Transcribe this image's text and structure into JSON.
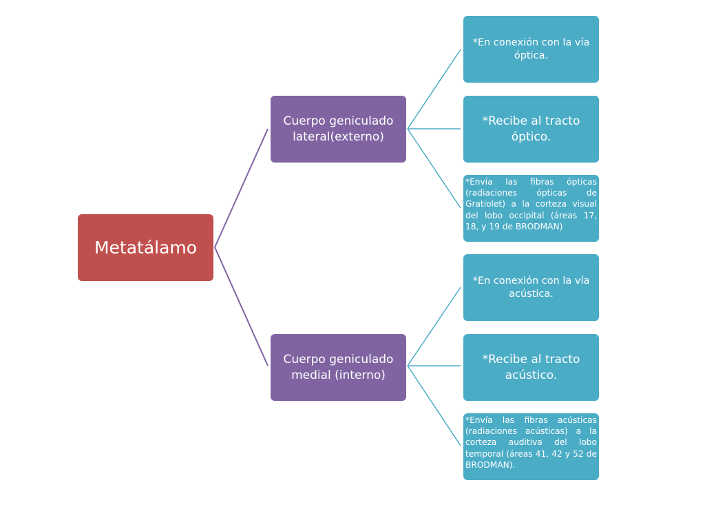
{
  "diagram": {
    "root": {
      "label": "Metatálamo",
      "color": "#c0504d"
    },
    "branches": [
      {
        "label": "Cuerpo geniculado lateral(externo)",
        "color": "#8064a2",
        "leaves": [
          "*En conexión con la vía óptica.",
          "*Recibe al tracto óptico.",
          "*Envía las fibras ópticas (radiaciones ópticas de Gratiolet) a la corteza visual del lobo occipital (áreas 17, 18, y 19 de BRODMAN)"
        ]
      },
      {
        "label": "Cuerpo geniculado medial (interno)",
        "color": "#8064a2",
        "leaves": [
          "*En conexión con la vía acústica.",
          "*Recibe al tracto acústico.",
          "*Envía las fibras acústicas (radiaciones acústicas) a la corteza auditiva del lobo temporal (áreas 41, 42 y 52 de BRODMAN)."
        ]
      }
    ],
    "leaf_color": "#4bacc6",
    "connector_root_color": "#8064a2",
    "connector_leaf_color": "#4bacc6"
  }
}
